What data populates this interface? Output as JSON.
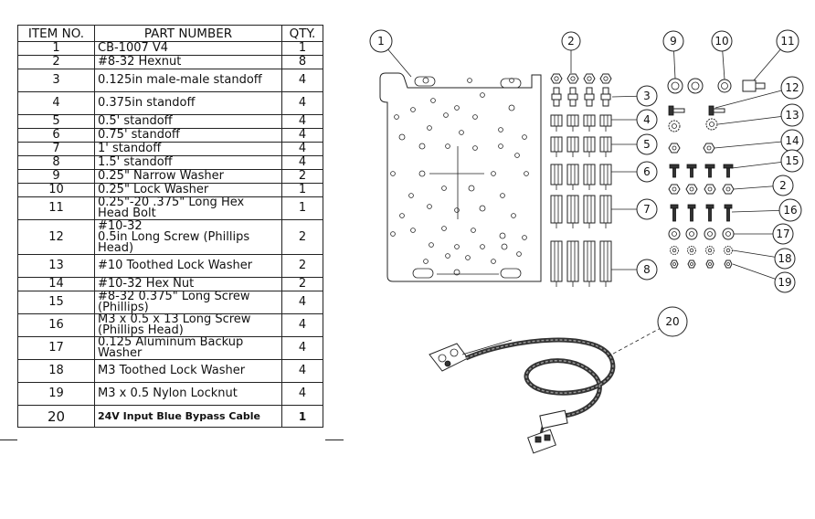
{
  "table": {
    "headers": [
      "ITEM NO.",
      "PART NUMBER",
      "QTY."
    ],
    "rows": [
      {
        "item": "1",
        "part": "CB-1007 V4",
        "qty": "1"
      },
      {
        "item": "2",
        "part": "#8-32 Hexnut",
        "qty": "8"
      },
      {
        "item": "3",
        "part": "0.125in male-male standoff",
        "qty": "4"
      },
      {
        "item": "4",
        "part": "0.375in standoff",
        "qty": "4"
      },
      {
        "item": "5",
        "part": "0.5' standoff",
        "qty": "4"
      },
      {
        "item": "6",
        "part": "0.75' standoff",
        "qty": "4"
      },
      {
        "item": "7",
        "part": "1' standoff",
        "qty": "4"
      },
      {
        "item": "8",
        "part": "1.5' standoff",
        "qty": "4"
      },
      {
        "item": "9",
        "part": "0.25\" Narrow Washer",
        "qty": "2"
      },
      {
        "item": "10",
        "part": "0.25\" Lock Washer",
        "qty": "1"
      },
      {
        "item": "11",
        "part": "0.25\"-20 .375\" Long Hex Head Bolt",
        "qty": "1"
      },
      {
        "item": "12",
        "part": "#10-32\n0.5in Long Screw (Phillips Head)",
        "qty": "2"
      },
      {
        "item": "13",
        "part": "#10 Toothed Lock Washer",
        "qty": "2"
      },
      {
        "item": "14",
        "part": "#10-32 Hex Nut",
        "qty": "2"
      },
      {
        "item": "15",
        "part": "#8-32 0.375\" Long Screw (Phillips)",
        "qty": "4"
      },
      {
        "item": "16",
        "part": "M3 x 0.5 x 13 Long Screw (Phillips Head)",
        "qty": "4"
      },
      {
        "item": "17",
        "part": "0.125 Aluminum Backup Washer",
        "qty": "4"
      },
      {
        "item": "18",
        "part": "M3 Toothed Lock Washer",
        "qty": "4"
      },
      {
        "item": "19",
        "part": "M3 x 0.5 Nylon Locknut",
        "qty": "4"
      },
      {
        "item": "20",
        "part": "24V Input Blue Bypass Cable",
        "qty": "1"
      }
    ]
  },
  "callouts": [
    "1",
    "2",
    "3",
    "4",
    "5",
    "6",
    "7",
    "8",
    "9",
    "10",
    "11",
    "12",
    "13",
    "14",
    "15",
    "2",
    "16",
    "17",
    "18",
    "19",
    "20"
  ]
}
